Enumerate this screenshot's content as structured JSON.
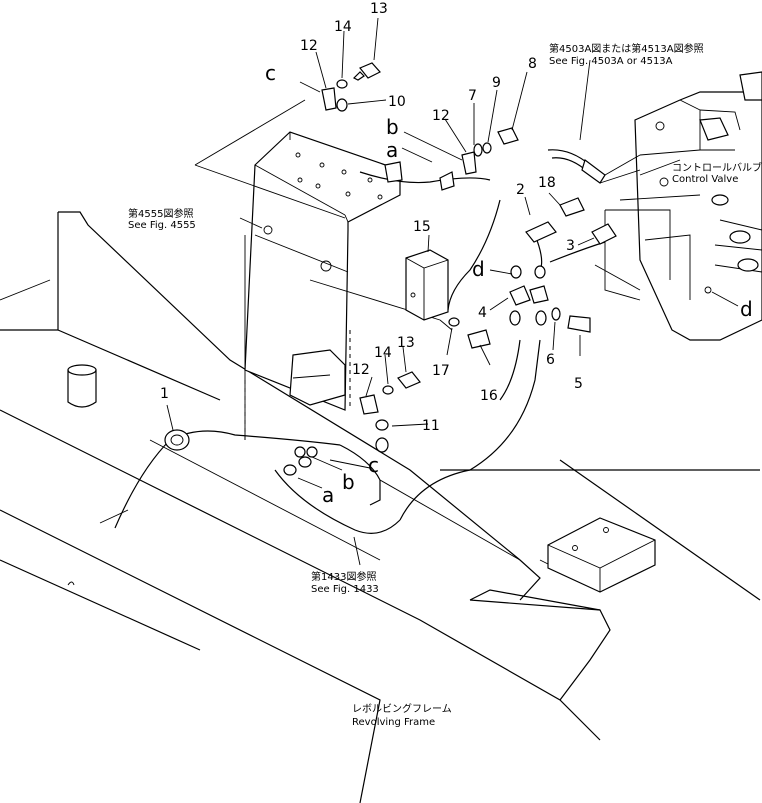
{
  "callouts": {
    "n1": "1",
    "n2": "2",
    "n3": "3",
    "n4": "4",
    "n5": "5",
    "n6": "6",
    "n7": "7",
    "n8": "8",
    "n9": "9",
    "n10": "10",
    "n11": "11",
    "n12a": "12",
    "n12b": "12",
    "n12c": "12",
    "n13a": "13",
    "n13b": "13",
    "n14a": "14",
    "n14b": "14",
    "n15": "15",
    "n16": "16",
    "n17": "17",
    "n18": "18"
  },
  "letters": {
    "c_top": "c",
    "b_top": "b",
    "a_top": "a",
    "d_mid": "d",
    "d_right": "d",
    "b_bot": "b",
    "c_bot": "c",
    "a_bot": "a"
  },
  "refs": {
    "fig4503_jp": "第4503A図または第4513A図参照",
    "fig4503_en": "See  Fig. 4503A  or  4513A",
    "control_valve_jp": "コントロールバルブ",
    "control_valve_en": "Control  Valve",
    "fig4555_jp": "第4555図参照",
    "fig4555_en": "See  Fig. 4555",
    "fig1433_jp": "第1433図参照",
    "fig1433_en": "See  Fig. 1433",
    "revolving_frame_jp": "レボルビングフレーム",
    "revolving_frame_en": "Revolving  Frame"
  }
}
